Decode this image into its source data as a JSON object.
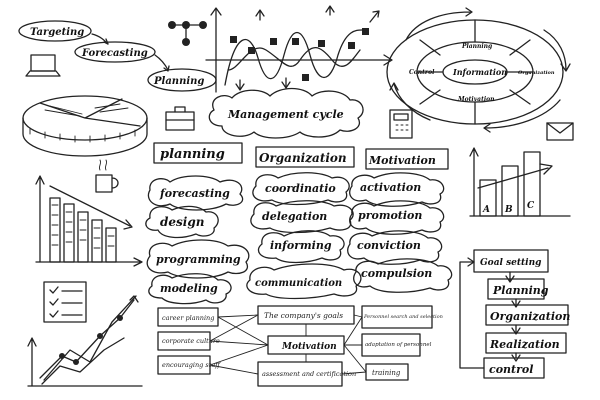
{
  "top_left_flow": {
    "targeting": "Targeting",
    "forecasting": "Forecasting",
    "planning": "Planning"
  },
  "title": "Management cycle",
  "cycle_ring": {
    "top": "Planning",
    "left": "Control",
    "center": "Information",
    "right": "Organization",
    "bottom": "Motivation"
  },
  "bar_chart_labels": [
    "A",
    "B",
    "C"
  ],
  "functions": {
    "headers": [
      "planning",
      "Organization",
      "Motivation"
    ],
    "planning_items": [
      "forecasting",
      "design",
      "programming",
      "modeling"
    ],
    "organization_items": [
      "coordinatio",
      "delegation",
      "informing",
      "communication"
    ],
    "motivation_items": [
      "activation",
      "promotion",
      "conviction",
      "compulsion"
    ]
  },
  "org_diagram": {
    "left": [
      "career planning",
      "corporate culture",
      "encouraging staff"
    ],
    "center_top": "The company's goals",
    "center_mid": "Motivation",
    "center_bottom": "assessment and certification",
    "right": [
      "Personnel search and selection",
      "adaptation of personnel",
      "training"
    ]
  },
  "goal_flow": [
    "Goal setting",
    "Planning",
    "Organization",
    "Realization",
    "control"
  ],
  "icons": [
    "laptop-icon",
    "share-icon",
    "pie-chart-icon",
    "briefcase-icon",
    "calculator-icon",
    "envelope-icon",
    "coffee-cup-icon",
    "checklist-icon",
    "trend-chart-icon",
    "bar-chart-icon",
    "line-chart-icon"
  ]
}
